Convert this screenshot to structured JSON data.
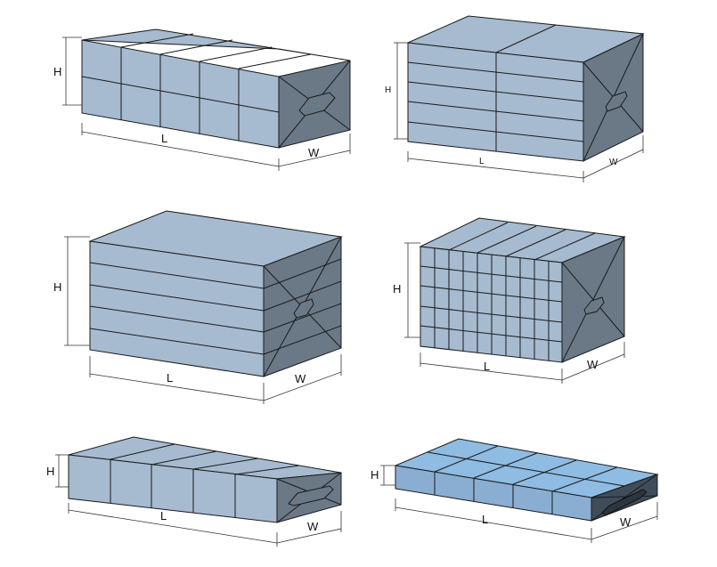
{
  "colors": {
    "front": "#a6bbd0",
    "top": "#a6bbd0",
    "side": "#6b7987",
    "edge": "#1a1a1a",
    "front_blue": "#8aaed2",
    "top_blue": "#8fbce3",
    "side_dark": "#3f4d5a",
    "dim": "#333333"
  },
  "label_h": "H",
  "label_l": "L",
  "label_w": "W"
}
